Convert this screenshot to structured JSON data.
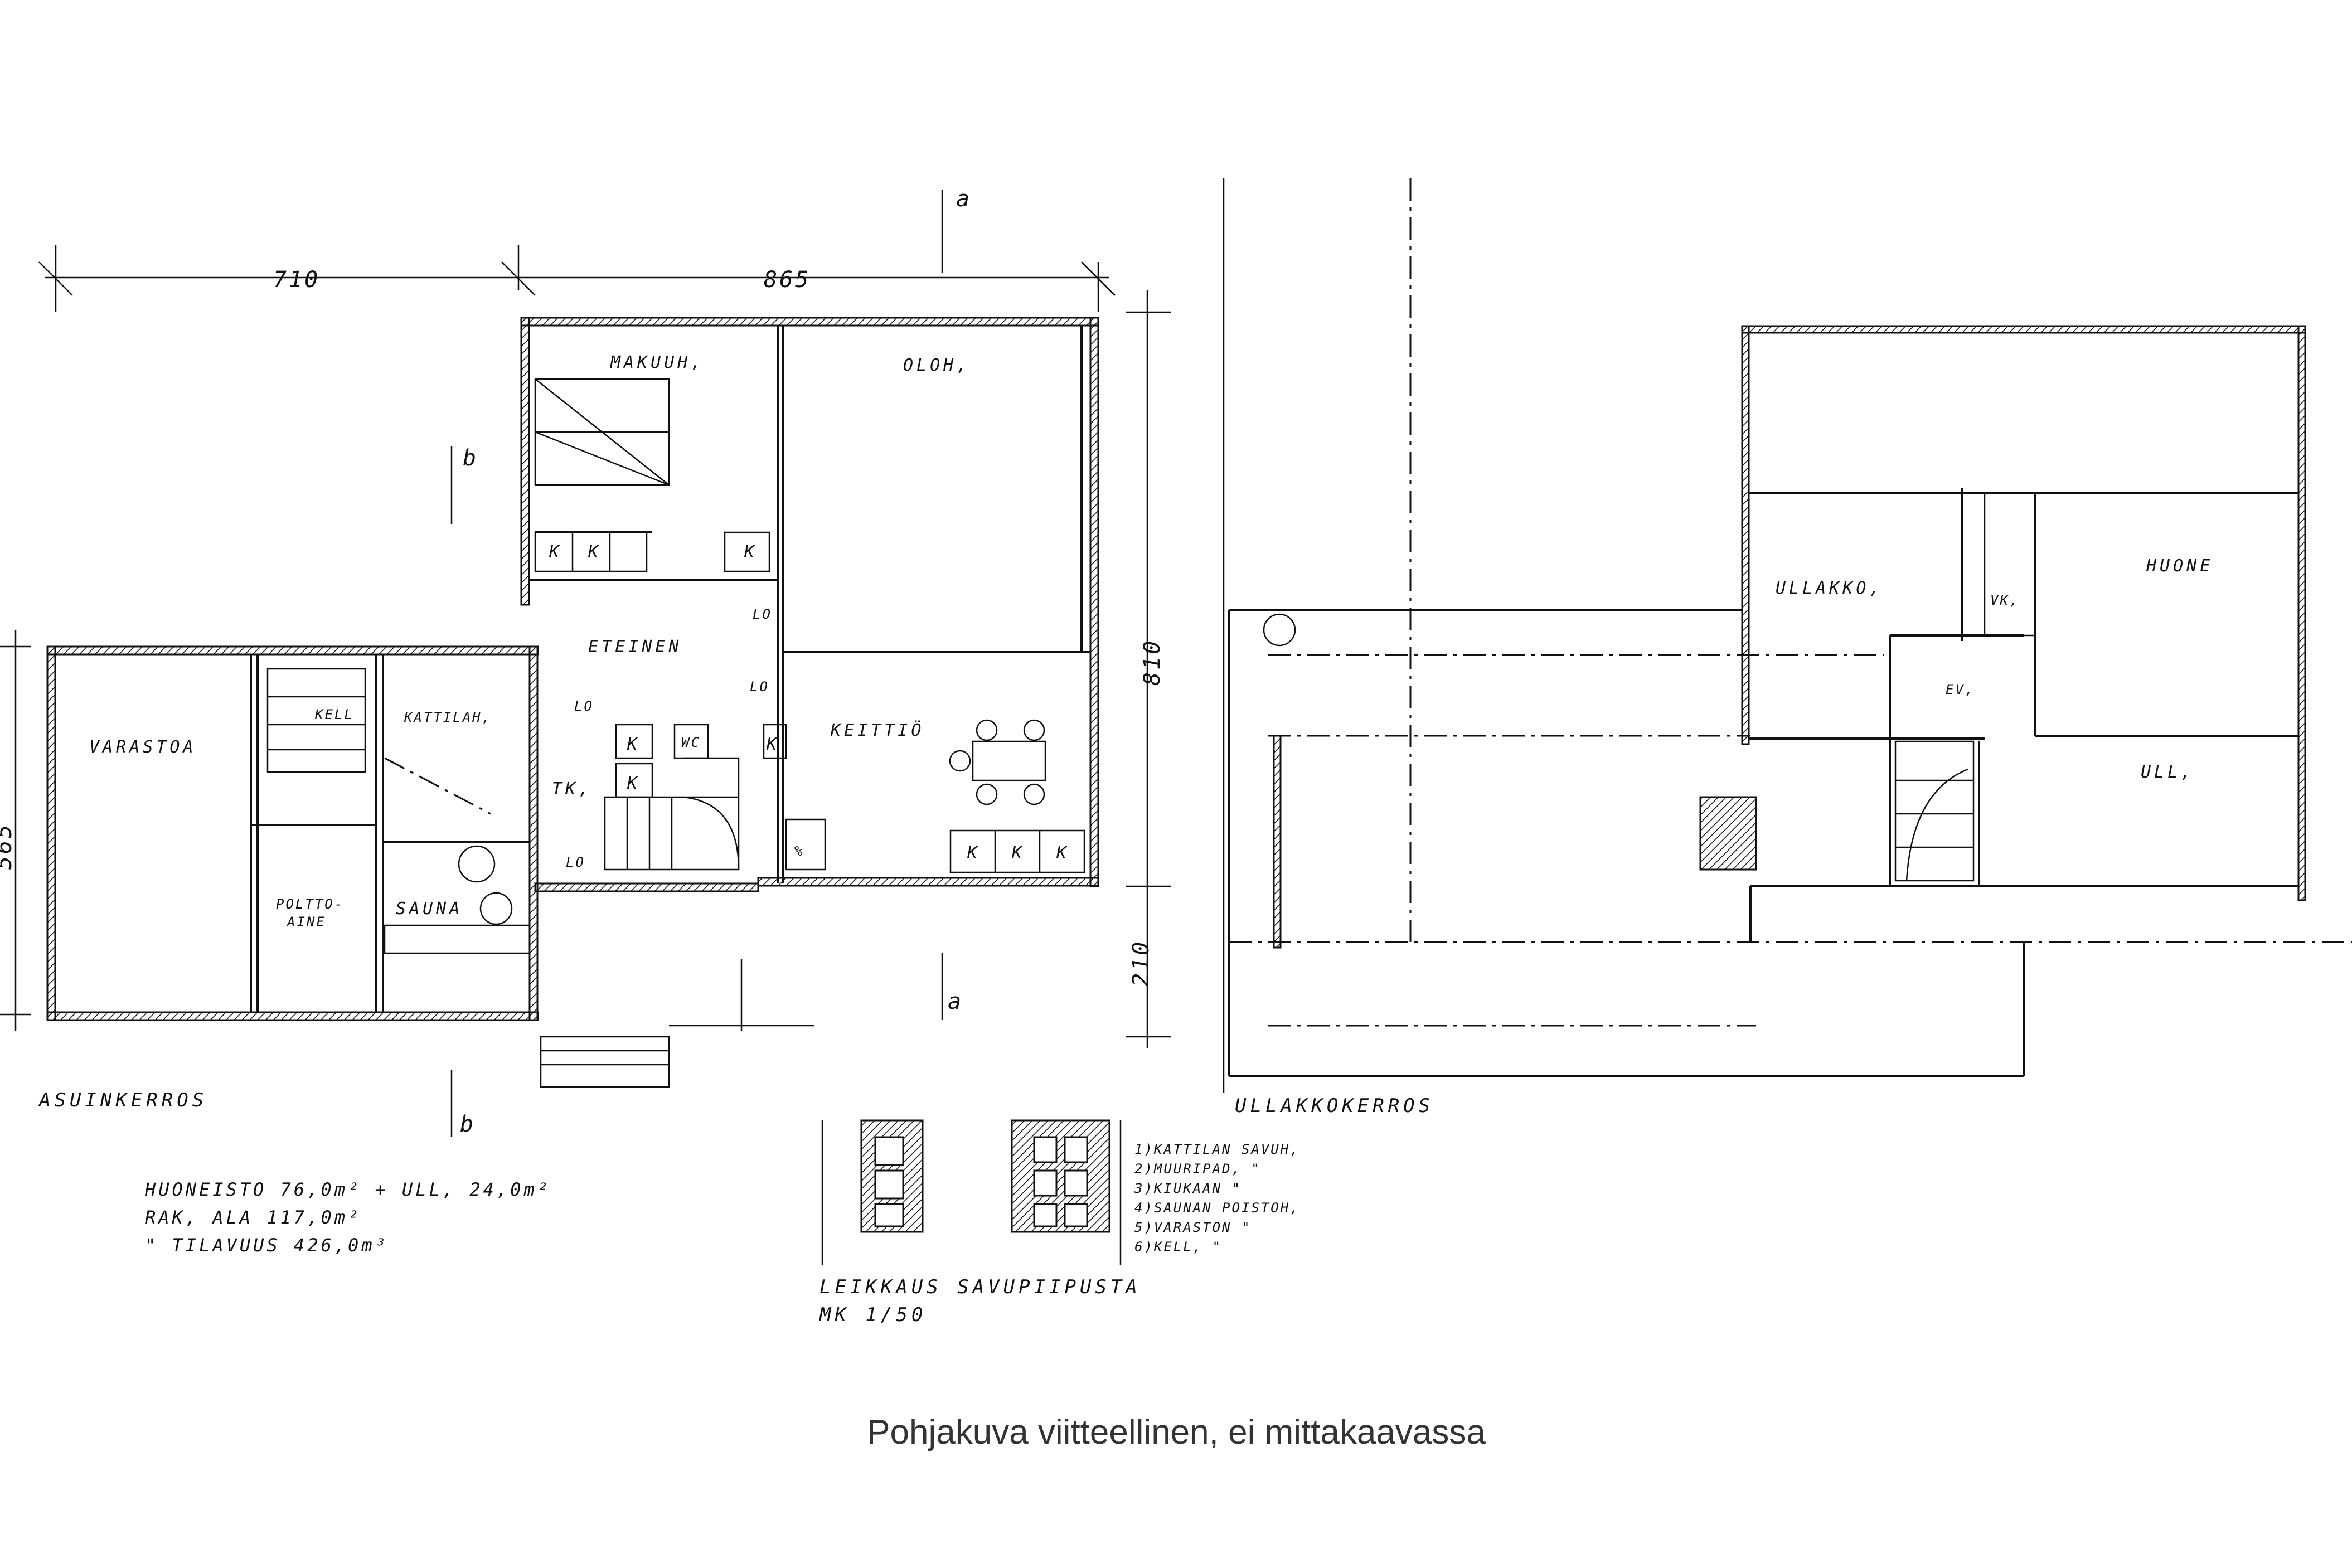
{
  "caption": "Pohjakuva viitteellinen, ei mittakaavassa",
  "ground_floor": {
    "title": "ASUINKERROS",
    "dimensions": {
      "top_left": "710",
      "top_right": "865",
      "left_side": "565",
      "right_upper": "810",
      "right_lower": "210"
    },
    "section_marks": {
      "a": "a",
      "b": "b"
    },
    "rooms": {
      "makuuh": "MAKUUH,",
      "oloh": "OLOH,",
      "eteinen": "ETEINEN",
      "keittio": "KEITTIÖ",
      "varasto": "VARASTOA",
      "kell": "KELL",
      "kattilah": "KATTILAH,",
      "polttoaine_1": "POLTTO-",
      "polttoaine_2": "AINE",
      "sauna": "SAUNA",
      "tk": "TK,",
      "wc": "WC"
    },
    "marks": {
      "k": "K",
      "lo": "LO"
    },
    "areas": [
      "HUONEISTO 76,0m² + ULL, 24,0m²",
      "RAK, ALA      117,0m²",
      "\" TILAVUUS  426,0m³"
    ]
  },
  "attic_floor": {
    "title": "ULLAKKOKERROS",
    "rooms": {
      "ullakko": "ULLAKKO,",
      "huone": "HUONE",
      "ull": "ULL,",
      "vk": "VK,",
      "ev": "EV,"
    }
  },
  "chimney": {
    "title": "LEIKKAUS SAVUPIIPUSTA",
    "scale": "MK 1/50",
    "legend": [
      "1)KATTILAN SAVUH,",
      "2)MUURIPAD,    \"",
      "3)KIUKAAN        \"",
      "4)SAUNAN POISTOH,",
      "5)VARASTON       \"",
      "6)KELL,             \""
    ]
  }
}
